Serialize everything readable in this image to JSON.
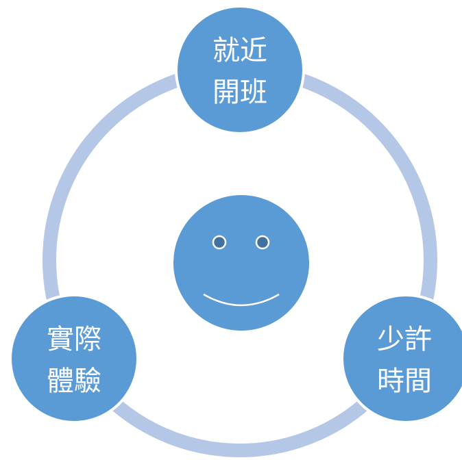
{
  "colors": {
    "ring": "#b4c7e7",
    "node_fill": "#5b9bd5",
    "node_stroke": "#ffffff",
    "face_line": "#ffffff",
    "eye_fill": "#41719c",
    "text": "#ffffff"
  },
  "nodes": {
    "top": {
      "line1": "就近",
      "line2": "開班"
    },
    "right": {
      "line1": "少許",
      "line2": "時間"
    },
    "left": {
      "line1": "實際",
      "line2": "體驗"
    }
  },
  "center": {
    "icon": "smiley-face-icon"
  }
}
